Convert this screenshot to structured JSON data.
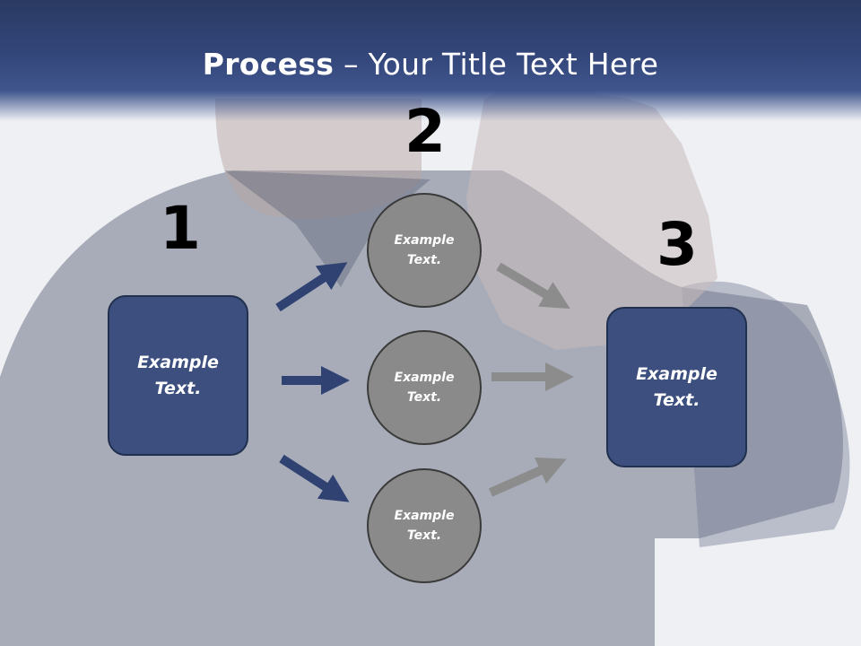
{
  "title": {
    "bold": "Process",
    "rest": " – Your Title Text Here"
  },
  "numbers": {
    "one": "1",
    "two": "2",
    "three": "3"
  },
  "left_box": {
    "text": "Example\nText."
  },
  "right_box": {
    "text": "Example\nText."
  },
  "circles": [
    {
      "text": "Example\nText."
    },
    {
      "text": "Example\nText."
    },
    {
      "text": "Example\nText."
    }
  ],
  "colors": {
    "header": "#33467a",
    "box": "#3c4f7e",
    "circle": "#8a8a8a",
    "arrow_blue": "#2f4272",
    "arrow_gray": "#8c8c8c"
  }
}
